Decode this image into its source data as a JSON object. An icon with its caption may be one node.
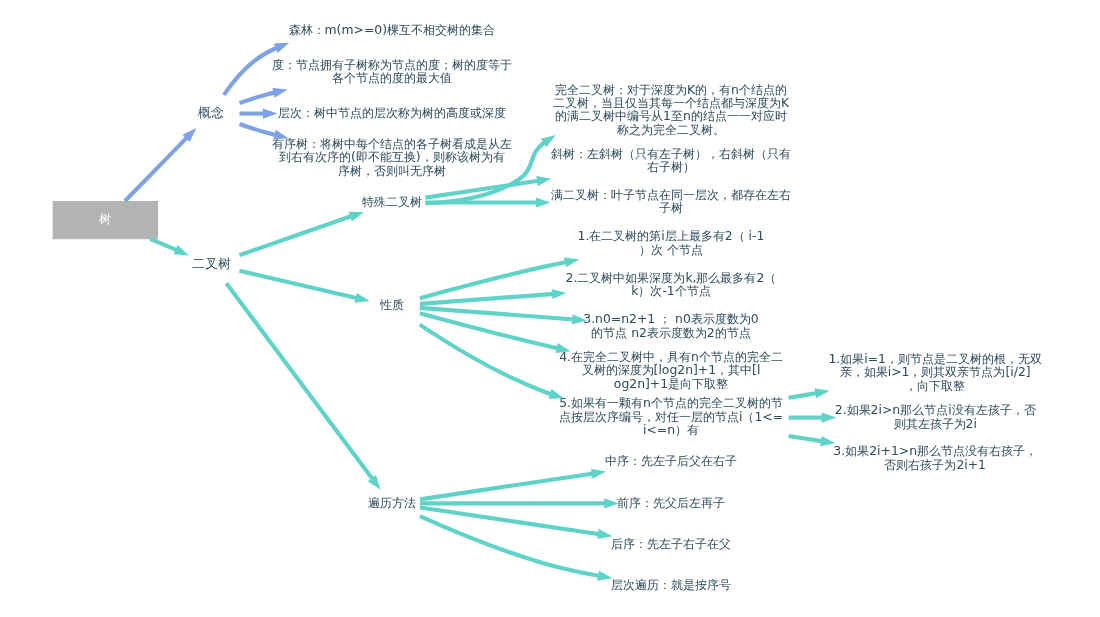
{
  "diagram": {
    "nodes": [
      {
        "text": [
          "树"
        ]
      },
      {
        "text": [
          "概念"
        ]
      },
      {
        "text": [
          "森林：m(m>=0)棵互不相交树的集合"
        ]
      },
      {
        "text": [
          "度：节点拥有子树称为节点的度；树的度等于各个节点的度的最大值"
        ]
      },
      {
        "text": [
          "层次：树中节点的层次称为树的高度或深度"
        ]
      },
      {
        "text": [
          "有序树：将树中每个结点的各子树看成是从左到右有次序的(即不能互换)，则称该树为有序树，否则叫无序树"
        ]
      },
      {
        "text": [
          "二叉树"
        ]
      },
      {
        "text": [
          "特殊二叉树"
        ]
      },
      {
        "text": [
          "完全二叉树：对于深度为K的，有n个结点的二叉树，当且仅当其每一个结点都与深度为K的满二叉树中编号从1至n的结点一一对应时称之为完全二叉树。"
        ]
      },
      {
        "text": [
          "斜树：左斜树（只有左子树），右斜树（只有右子树）"
        ]
      },
      {
        "text": [
          "满二叉树：叶子节点在同一层次，都存在左右子树"
        ]
      },
      {
        "text": [
          "性质"
        ]
      },
      {
        "text": [
          "1.在二叉树的第i层上最多有2（ i-1）次 个节点"
        ]
      },
      {
        "text": [
          "2.二叉树中如果深度为k,那么最多有2（k）次-1个节点"
        ]
      },
      {
        "text": [
          "3.n0=n2+1 ； n0表示度数为0的节点 n2表示度数为2的节点"
        ]
      },
      {
        "text": [
          "4.在完全二叉树中，具有n个节点的完全二叉树的深度为[log2n]+1，其中[log2n]+1是向下取整"
        ]
      },
      {
        "text": [
          "5.如果有一颗有n个节点的完全二叉树的节点按层次序编号，对任一层的节点i（1<=i<=n）有"
        ]
      },
      {
        "text": [
          "1.如果i=1，则节点是二叉树的根，无双亲，如果i>1，则其双亲节点为[i/2]，向下取整"
        ]
      },
      {
        "text": [
          "2.如果2i>n那么节点i没有左孩子，否则其左孩子为2i"
        ]
      },
      {
        "text": [
          "3.如果2i+1>n那么节点没有右孩子，否则右孩子为2i+1"
        ]
      },
      {
        "text": [
          "遍历方法"
        ]
      },
      {
        "text": [
          "中序：先左子后父在右子"
        ]
      },
      {
        "text": [
          "前序：先父后左再子"
        ]
      },
      {
        "text": [
          "后序：先左子右子在父"
        ]
      },
      {
        "text": [
          "层次遍历：就是按序号"
        ]
      }
    ],
    "edges": [
      {
        "from": 0,
        "to": 1,
        "arrow": "to",
        "color": "#7ea2e6"
      },
      {
        "from": 1,
        "to": 2,
        "arrow": "to",
        "color": "#7ea2e6"
      },
      {
        "from": 1,
        "to": 3,
        "arrow": "to",
        "color": "#7ea2e6"
      },
      {
        "from": 1,
        "to": 4,
        "arrow": "to",
        "color": "#7ea2e6"
      },
      {
        "from": 1,
        "to": 5,
        "arrow": "to",
        "color": "#7ea2e6"
      },
      {
        "from": 0,
        "to": 6,
        "arrow": "to"
      },
      {
        "from": 6,
        "to": 7,
        "arrow": "to"
      },
      {
        "from": 7,
        "to": 8,
        "arrow": "to"
      },
      {
        "from": 7,
        "to": 9,
        "arrow": "to"
      },
      {
        "from": 7,
        "to": 10,
        "arrow": "to"
      },
      {
        "from": 6,
        "to": 11,
        "arrow": "to"
      },
      {
        "from": 11,
        "to": 12,
        "arrow": "to"
      },
      {
        "from": 11,
        "to": 13,
        "arrow": "to"
      },
      {
        "from": 11,
        "to": 14,
        "arrow": "to"
      },
      {
        "from": 11,
        "to": 15,
        "arrow": "to"
      },
      {
        "from": 11,
        "to": 16,
        "arrow": "to"
      },
      {
        "from": 16,
        "to": 17,
        "arrow": "to"
      },
      {
        "from": 16,
        "to": 18,
        "arrow": "to"
      },
      {
        "from": 16,
        "to": 19,
        "arrow": "to"
      },
      {
        "from": 6,
        "to": 20,
        "arrow": "to"
      },
      {
        "from": 20,
        "to": 21,
        "arrow": "to"
      },
      {
        "from": 20,
        "to": 22,
        "arrow": "to"
      },
      {
        "from": 20,
        "to": 23,
        "arrow": "to"
      },
      {
        "from": 20,
        "to": 24,
        "arrow": "to"
      }
    ]
  }
}
